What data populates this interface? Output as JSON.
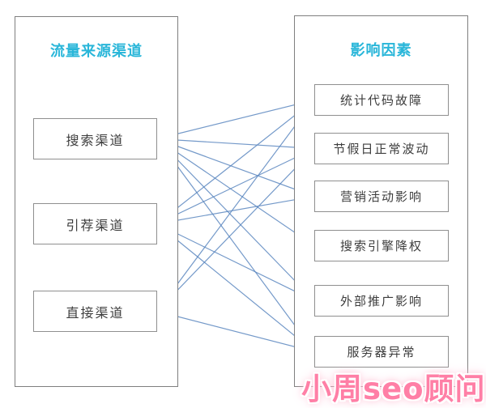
{
  "diagram": {
    "left_panel": {
      "title": "流量来源渠道",
      "nodes": [
        {
          "id": "search",
          "label": "搜索渠道"
        },
        {
          "id": "referral",
          "label": "引荐渠道"
        },
        {
          "id": "direct",
          "label": "直接渠道"
        }
      ]
    },
    "right_panel": {
      "title": "影响因素",
      "nodes": [
        {
          "id": "tracking_code",
          "label": "统计代码故障"
        },
        {
          "id": "holiday",
          "label": "节假日正常波动"
        },
        {
          "id": "marketing",
          "label": "营销活动影响"
        },
        {
          "id": "se_downgrade",
          "label": "搜索引擎降权"
        },
        {
          "id": "external_promo",
          "label": "外部推广影响"
        },
        {
          "id": "server",
          "label": "服务器异常"
        }
      ]
    },
    "connections": [
      {
        "from": "search",
        "to": "tracking_code"
      },
      {
        "from": "search",
        "to": "holiday"
      },
      {
        "from": "search",
        "to": "marketing"
      },
      {
        "from": "search",
        "to": "se_downgrade"
      },
      {
        "from": "search",
        "to": "external_promo"
      },
      {
        "from": "search",
        "to": "server"
      },
      {
        "from": "referral",
        "to": "tracking_code"
      },
      {
        "from": "referral",
        "to": "holiday"
      },
      {
        "from": "referral",
        "to": "marketing"
      },
      {
        "from": "referral",
        "to": "external_promo"
      },
      {
        "from": "referral",
        "to": "server"
      },
      {
        "from": "direct",
        "to": "tracking_code"
      },
      {
        "from": "direct",
        "to": "holiday"
      },
      {
        "from": "direct",
        "to": "server"
      }
    ],
    "colors": {
      "panel_title": "#29b6d9",
      "connector": "#5c88c0",
      "watermark": "#ff7fa6",
      "panel_border": "#7f7f7f",
      "box_border": "#8f8f8f"
    }
  },
  "watermark": {
    "text": "小周seo顾问"
  }
}
